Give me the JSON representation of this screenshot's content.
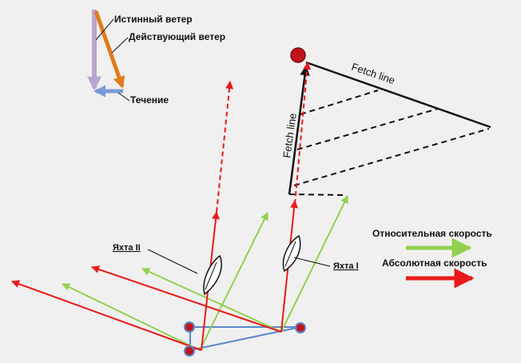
{
  "legend_top": {
    "true_wind": "Истинный ветер",
    "apparent_wind": "Действующий ветер",
    "current": "Течение"
  },
  "fetch": {
    "label_upper": "Fetch line",
    "label_left": "Fetch line"
  },
  "yachts": {
    "yacht_2": "Яхта II",
    "yacht_1": "Яхта I"
  },
  "legend_speed": {
    "relative": "Относительная скорость",
    "absolute": "Абсолютная скорость"
  },
  "colors": {
    "true_wind": "#b9a6d0",
    "apparent_wind": "#e07b1a",
    "current": "#7b9bd8",
    "relative": "#92d050",
    "absolute": "#e81a1a",
    "base": "#5a86c7",
    "marker": "#c0141c"
  }
}
